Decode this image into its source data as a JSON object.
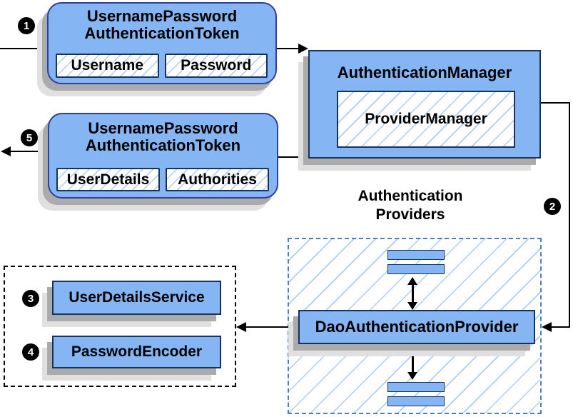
{
  "token_request": {
    "title_line1": "UsernamePassword",
    "title_line2": "AuthenticationToken",
    "field_username": "Username",
    "field_password": "Password"
  },
  "authentication_manager": {
    "title": "AuthenticationManager",
    "provider_manager": "ProviderManager"
  },
  "token_result": {
    "title_line1": "UsernamePassword",
    "title_line2": "AuthenticationToken",
    "field_user_details": "UserDetails",
    "field_authorities": "Authorities"
  },
  "providers": {
    "label_line1": "Authentication",
    "label_line2": "Providers"
  },
  "dao_provider": {
    "label": "DaoAuthenticationProvider"
  },
  "user_details_service": {
    "label": "UserDetailsService"
  },
  "password_encoder": {
    "label": "PasswordEncoder"
  },
  "steps": {
    "step1": "1",
    "step2": "2",
    "step3": "3",
    "step4": "4",
    "step5": "5"
  },
  "colors": {
    "box_fill": "#85b5f2",
    "box_border_dark": "#16335e",
    "rounded_border": "#2e3f9e",
    "hatch_line": "#aecdf5",
    "dashed_border": "#4a7ebd",
    "shadow_dark": "#ababab",
    "shadow_light": "#e0e0e0",
    "arrow_color": "#000000",
    "badge_bg": "#000000",
    "badge_fg": "#ffffff"
  }
}
